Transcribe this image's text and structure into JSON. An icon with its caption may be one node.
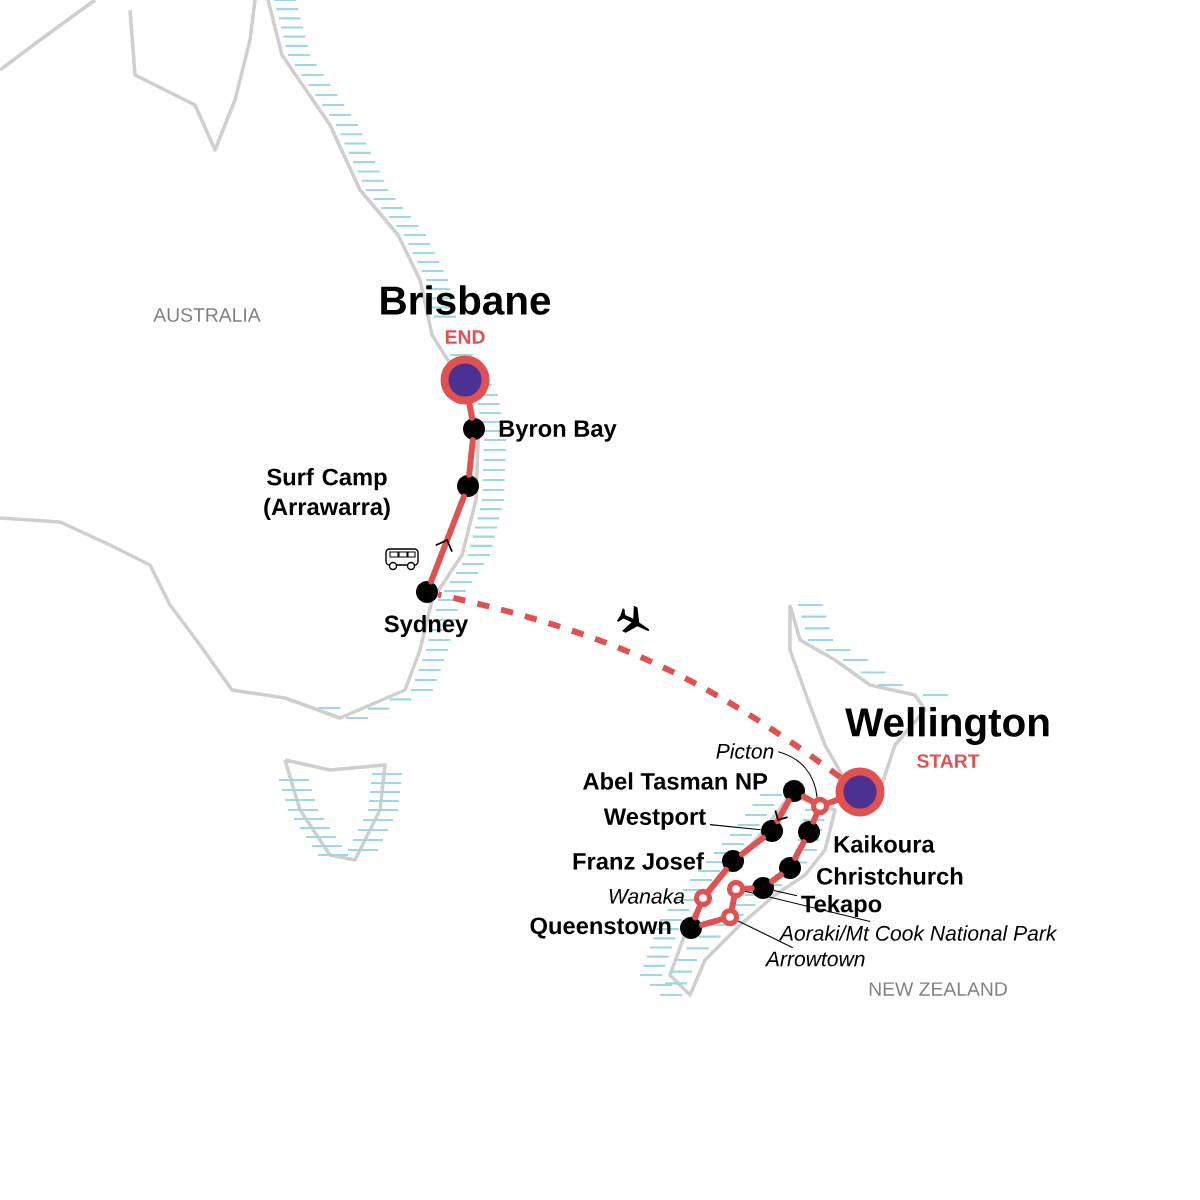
{
  "diagram": {
    "nodes": [
      {
        "text": [],
        "shape": "circle",
        "beside": [
          "Brisbane",
          "END"
        ]
      },
      {
        "text": [],
        "shape": "circle",
        "beside": [
          "Byron Bay"
        ]
      },
      {
        "text": [],
        "shape": "circle",
        "beside": [
          "Surf Camp (Arrawarra)"
        ]
      },
      {
        "text": [],
        "shape": "circle",
        "beside": [
          "Sydney"
        ]
      },
      {
        "text": [],
        "shape": "circle",
        "beside": [
          "Wellington",
          "START"
        ]
      },
      {
        "text": [],
        "shape": "circle"
      },
      {
        "text": [],
        "shape": "circle",
        "beside": [
          "Abel Tasman NP"
        ]
      },
      {
        "text": [],
        "shape": "circle"
      },
      {
        "text": [],
        "shape": "circle",
        "beside": [
          "Franz Josef"
        ]
      },
      {
        "text": [],
        "shape": "circle",
        "beside": [
          "Wanaka"
        ]
      },
      {
        "text": [],
        "shape": "circle",
        "beside": [
          "Queenstown"
        ]
      },
      {
        "text": [],
        "shape": "circle"
      },
      {
        "text": [],
        "shape": "circle"
      },
      {
        "text": [],
        "shape": "circle"
      },
      {
        "text": [],
        "shape": "circle",
        "beside": [
          "Christchurch"
        ]
      },
      {
        "text": [],
        "shape": "circle",
        "beside": [
          "Kaikoura"
        ]
      },
      {
        "text": [
          "Picton"
        ]
      },
      {
        "text": [
          "Westport"
        ]
      },
      {
        "text": [
          "Tekapo"
        ]
      },
      {
        "text": [
          "Aoraki/Mt Cook National Park"
        ]
      },
      {
        "text": [
          "Arrowtown"
        ]
      }
    ],
    "edges": [
      {
        "from": 4,
        "to": 5,
        "arrow": "none"
      },
      {
        "from": 5,
        "to": 6,
        "arrow": "none"
      },
      {
        "from": 6,
        "to": 7,
        "arrow": "to"
      },
      {
        "from": 7,
        "to": 8,
        "arrow": "none"
      },
      {
        "from": 8,
        "to": 9,
        "arrow": "none"
      },
      {
        "from": 9,
        "to": 10,
        "arrow": "none"
      },
      {
        "from": 10,
        "to": 11,
        "arrow": "none"
      },
      {
        "from": 11,
        "to": 12,
        "arrow": "none"
      },
      {
        "from": 12,
        "to": 13,
        "arrow": "none"
      },
      {
        "from": 13,
        "to": 14,
        "arrow": "none"
      },
      {
        "from": 14,
        "to": 15,
        "arrow": "none"
      },
      {
        "from": 15,
        "to": 5,
        "arrow": "none"
      },
      {
        "from": 4,
        "to": 3,
        "arrow": "none",
        "style": "dashed"
      },
      {
        "from": 3,
        "to": 2,
        "arrow": "to"
      },
      {
        "from": 2,
        "to": 1,
        "arrow": "none"
      },
      {
        "from": 1,
        "to": 0,
        "arrow": "none"
      },
      {
        "from": 16,
        "to": 5,
        "arrow": "none",
        "color": "#000000"
      },
      {
        "from": 17,
        "to": 7,
        "arrow": "none",
        "color": "#000000"
      },
      {
        "from": 18,
        "to": 13,
        "arrow": "none",
        "color": "#000000"
      },
      {
        "from": 19,
        "to": 12,
        "arrow": "none",
        "color": "#000000"
      },
      {
        "from": 20,
        "to": 11,
        "arrow": "none",
        "color": "#000000"
      }
    ],
    "labels": [
      "AUSTRALIA",
      "NEW ZEALAND"
    ]
  }
}
